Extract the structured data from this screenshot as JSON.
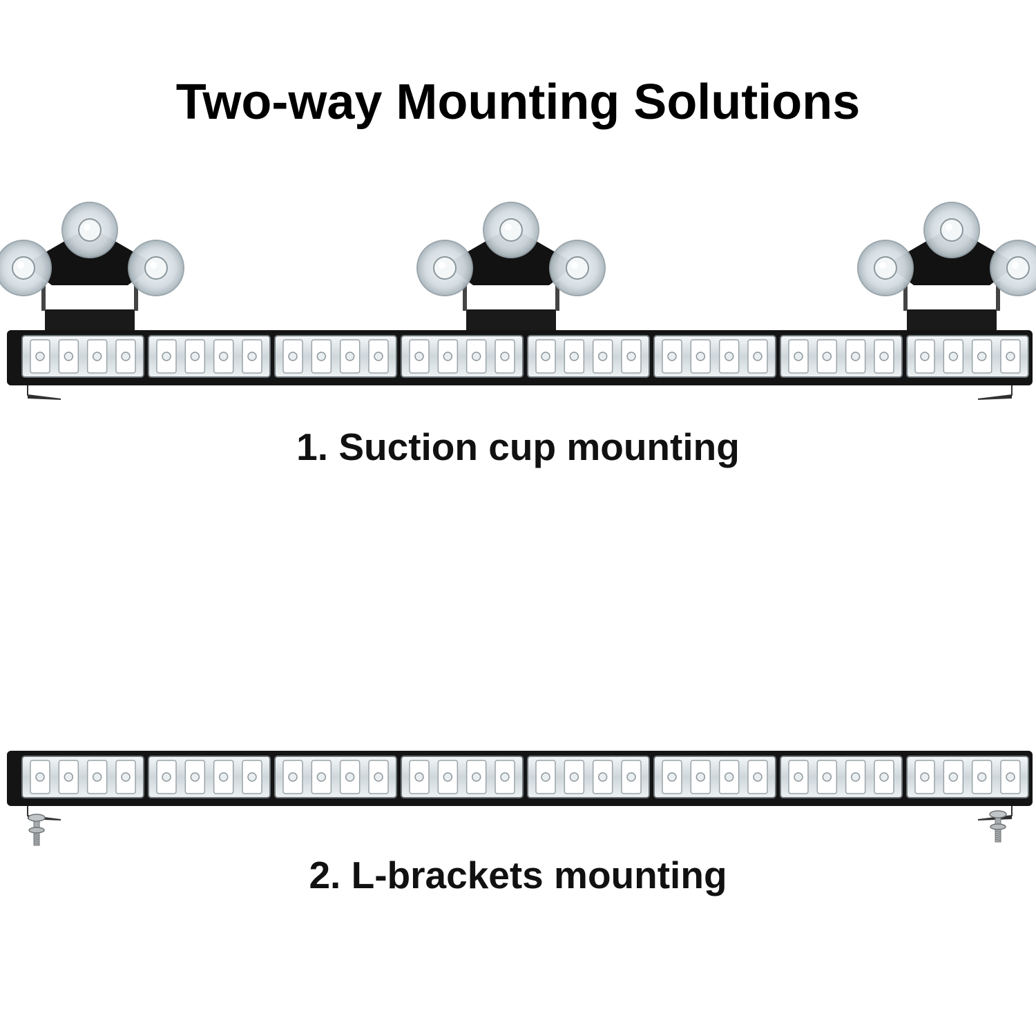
{
  "title": "Two-way Mounting Solutions",
  "options": [
    {
      "label": "1. Suction cup mounting"
    },
    {
      "label": "2. L-brackets mounting"
    }
  ],
  "colors": {
    "housing": "#141414",
    "lens_tint": "#dfe6ea",
    "cup": "#cfd8de",
    "bracket": "#1a1a1a",
    "bolt": "#a8abad"
  },
  "icons": [
    "suction-cup-icon",
    "l-bracket-icon",
    "bolt-icon"
  ]
}
